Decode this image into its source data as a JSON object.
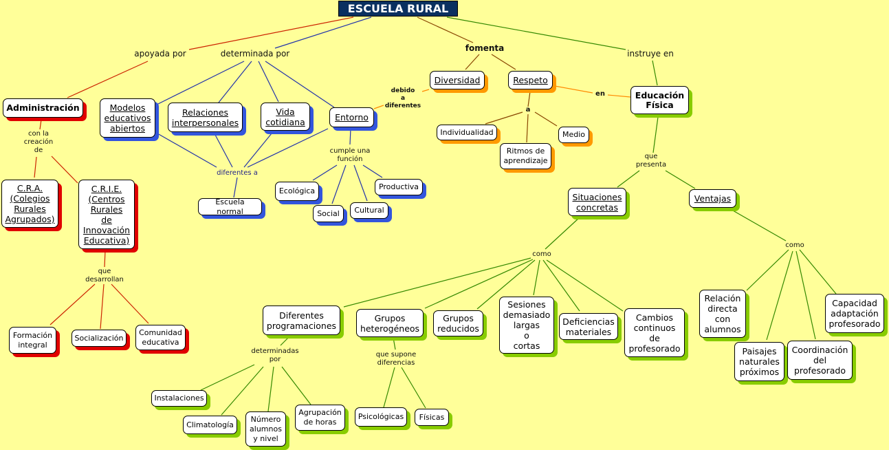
{
  "title": "ESCUELA RURAL",
  "colors": {
    "background": "#ffff99",
    "title_bg": "#0a3060",
    "red": "#e00000",
    "blue": "#3355dd",
    "orange": "#ff9900",
    "green": "#88cc00"
  },
  "labels": {
    "apoyada_por": "apoyada por",
    "determinada_por": "determinada por",
    "fomenta": "fomenta",
    "instruye_en": "instruye en",
    "con_la_creacion_de": "con la\ncreación\nde",
    "que_desarrollan": "que\ndesarrollan",
    "diferentes_a": "diferentes a",
    "cumple_una_funcion": "cumple una\nfunción",
    "debido_a_diferentes": "debido\na\ndiferentes",
    "a": "a",
    "en": "en",
    "que_presenta": "que\npresenta",
    "como_1": "como",
    "como_2": "como",
    "determinadas_por": "determinadas\npor",
    "que_supone_diferencias": "que supone\ndiferencias"
  },
  "nodes": {
    "administracion": "Administración",
    "cra": "C.R.A.\n(Colegios\nRurales\nAgrupados)",
    "crie": "C.R.I.E.\n(Centros\nRurales\nde\nInnovación\nEducativa)",
    "formacion_integral": "Formación\nintegral",
    "socializacion": "Socialización",
    "comunidad_educativa": "Comunidad\neducativa",
    "modelos": "Modelos\neducativos\nabiertos",
    "relaciones": "Relaciones\ninterpersonales",
    "vida_cotidiana": "Vida\ncotidiana",
    "entorno": "Entorno",
    "escuela_normal": "Escuela normal",
    "ecologica": "Ecológica",
    "social": "Social",
    "cultural": "Cultural",
    "productiva": "Productiva",
    "diversidad": "Diversidad",
    "respeto": "Respeto",
    "individualidad": "Individualidad",
    "ritmos": "Ritmos de\naprendizaje",
    "medio": "Medio",
    "educacion_fisica": "Educación\nFísica",
    "situaciones": "Situaciones\nconcretas",
    "ventajas": "Ventajas",
    "diferentes_programaciones": "Diferentes\nprogramaciones",
    "grupos_heterogeneos": "Grupos\nheterogéneos",
    "grupos_reducidos": "Grupos\nreducidos",
    "sesiones": "Sesiones\ndemasiado\nlargas\no\ncortas",
    "deficiencias": "Deficiencias\nmateriales",
    "cambios": "Cambios\ncontinuos\nde\nprofesorado",
    "instalaciones": "Instalaciones",
    "climatologia": "Climatología",
    "numero_alumnos": "Número\nalumnos\ny nivel",
    "agrupacion_horas": "Agrupación\nde horas",
    "psicologicas": "Psicológicas",
    "fisicas": "Físicas",
    "relacion_directa": "Relación\ndirecta\ncon\nalumnos",
    "paisajes": "Paisajes\nnaturales\npróximos",
    "coordinacion": "Coordinación\ndel\nprofesorado",
    "capacidad": "Capacidad\nadaptación\nprofesorado"
  }
}
